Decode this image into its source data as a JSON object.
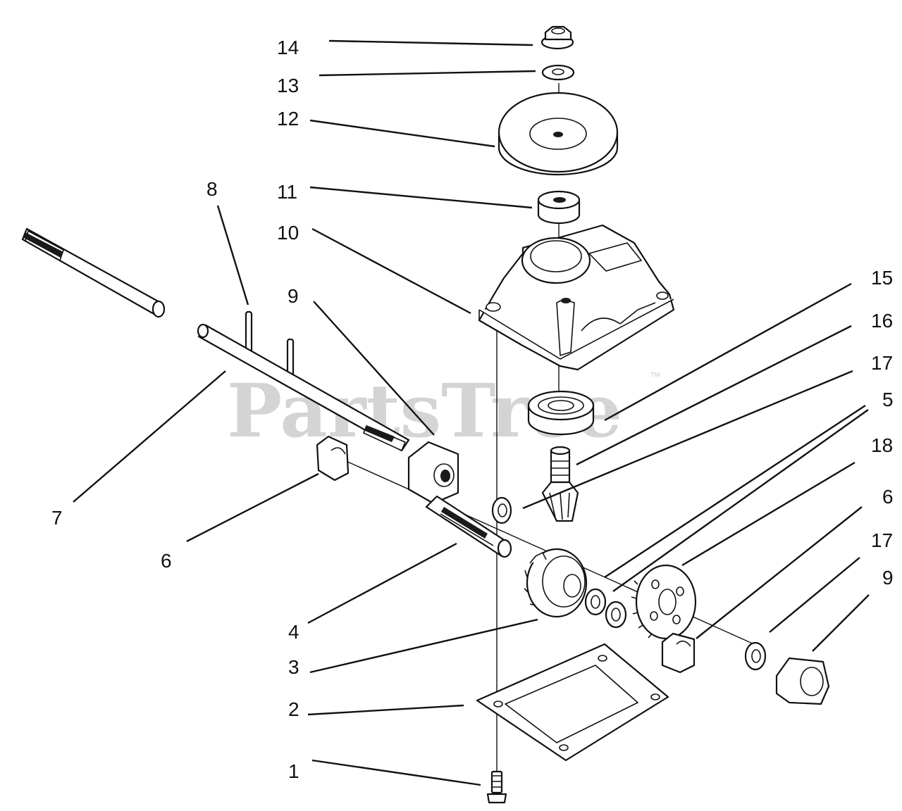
{
  "watermark": {
    "brand": "PartsTree",
    "trademark": "™"
  },
  "callouts": [
    {
      "id": "c14",
      "text": "14"
    },
    {
      "id": "c13",
      "text": "13"
    },
    {
      "id": "c12",
      "text": "12"
    },
    {
      "id": "c11",
      "text": "11"
    },
    {
      "id": "c10",
      "text": "10"
    },
    {
      "id": "c8",
      "text": "8"
    },
    {
      "id": "c9a",
      "text": "9"
    },
    {
      "id": "c7",
      "text": "7"
    },
    {
      "id": "c6a",
      "text": "6"
    },
    {
      "id": "c4",
      "text": "4"
    },
    {
      "id": "c3",
      "text": "3"
    },
    {
      "id": "c2",
      "text": "2"
    },
    {
      "id": "c1",
      "text": "1"
    },
    {
      "id": "c15",
      "text": "15"
    },
    {
      "id": "c16",
      "text": "16"
    },
    {
      "id": "c17a",
      "text": "17"
    },
    {
      "id": "c5",
      "text": "5"
    },
    {
      "id": "c18",
      "text": "18"
    },
    {
      "id": "c6b",
      "text": "6"
    },
    {
      "id": "c17b",
      "text": "17"
    },
    {
      "id": "c9b",
      "text": "9"
    }
  ]
}
